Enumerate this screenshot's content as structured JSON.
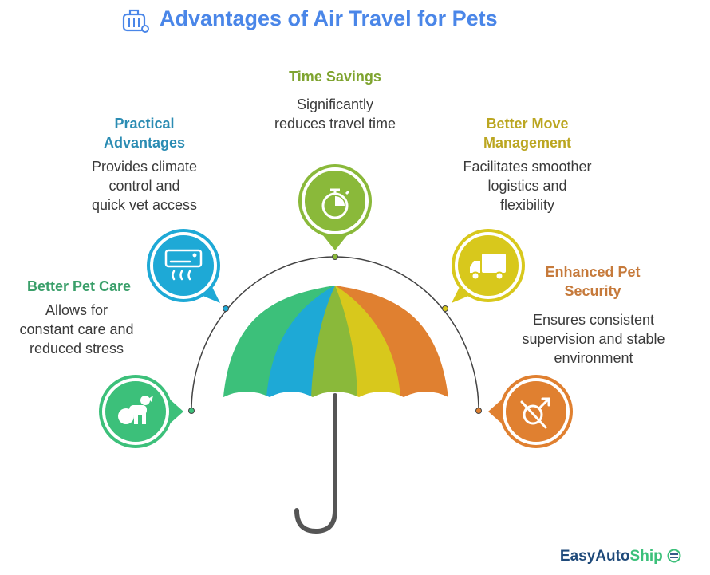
{
  "title": "Advantages of Air Travel for Pets",
  "items": [
    {
      "heading": "Better Pet Care",
      "desc": "Allows for\nconstant care and\nreduced stress",
      "color": "#3cc07a",
      "icon": "dog-icon"
    },
    {
      "heading": "Practical\nAdvantages",
      "desc": "Provides climate\ncontrol and\nquick vet access",
      "color": "#1ea9d6",
      "icon": "air-conditioner-icon"
    },
    {
      "heading": "Time Savings",
      "desc": "Significantly\nreduces travel time",
      "color": "#8ab93a",
      "icon": "stopwatch-icon"
    },
    {
      "heading": "Better Move\nManagement",
      "desc": "Facilitates smoother\nlogistics and\nflexibility",
      "color": "#d8c81c",
      "icon": "truck-icon"
    },
    {
      "heading": "Enhanced Pet\nSecurity",
      "desc": "Ensures consistent\nsupervision and stable\nenvironment",
      "color": "#e08030",
      "icon": "no-gender-icon"
    }
  ],
  "brand": {
    "easy": "Easy",
    "auto": "Auto",
    "ship": "Ship"
  },
  "colors": {
    "title": "#4a86e8",
    "handle": "#555555",
    "brand_dark": "#1f4a7a",
    "brand_green": "#3cc07a"
  }
}
